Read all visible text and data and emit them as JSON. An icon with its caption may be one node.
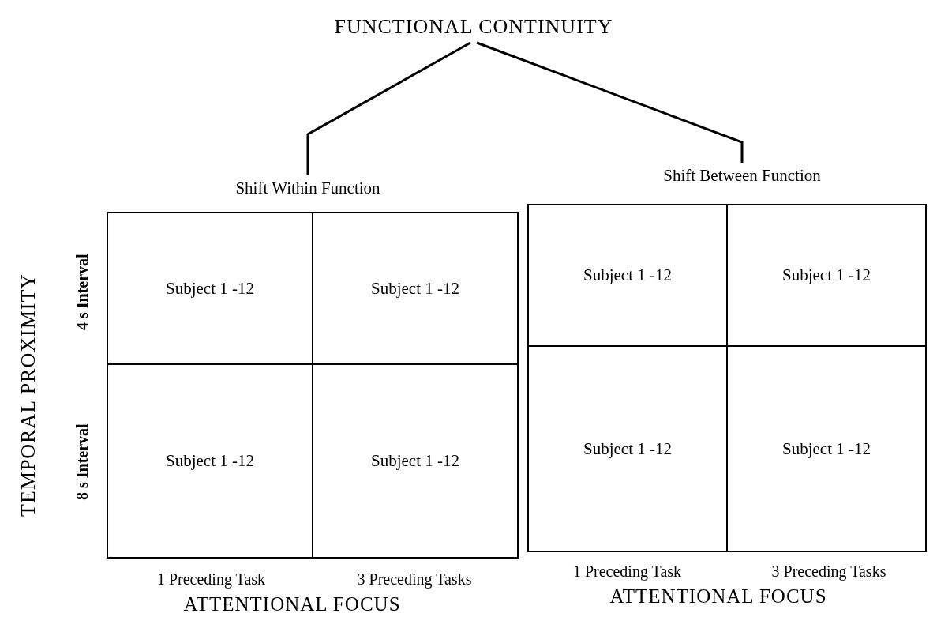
{
  "diagram": {
    "nodes": [
      {
        "text": [
          "FUNCTIONAL CONTINUITY"
        ]
      },
      {
        "text": [
          "Shift Within Function"
        ]
      },
      {
        "text": [
          "Shift Between Function"
        ]
      }
    ],
    "edges": [
      {
        "from": 0,
        "to": 1,
        "arrow": "none"
      },
      {
        "from": 0,
        "to": 2,
        "arrow": "none"
      }
    ],
    "labels": [
      "TEMPORAL PROXIMITY",
      "4 s Interval",
      "Subject 1 -12",
      "Subject 1 -12",
      "Subject 1 -12",
      "Subject 1 -12",
      "8 s Interval",
      "Subject 1 -12",
      "Subject 1 -12",
      "Subject 1 -12",
      "Subject 1 -12",
      "1 Preceding Task",
      "3 Preceding Tasks",
      "1 Preceding Task",
      "3 Preceding Tasks",
      "ATTENTIONAL FOCUS",
      "ATTENTIONAL FOCUS"
    ]
  }
}
